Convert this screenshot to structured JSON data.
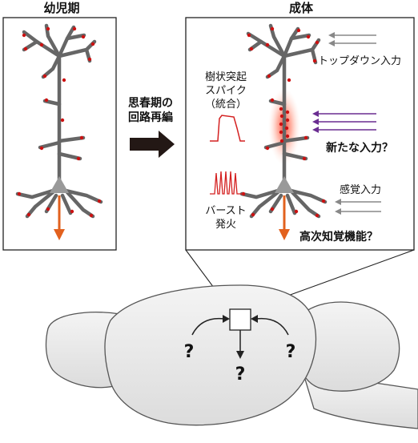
{
  "labels": {
    "juvenile_title": "幼児期",
    "adult_title": "成体",
    "transition_line1": "思春期の",
    "transition_line2": "回路再編",
    "dendritic_spike_line1": "樹状突起",
    "dendritic_spike_line2": "スパイク",
    "dendritic_spike_line3": "（統合）",
    "burst_line1": "バースト",
    "burst_line2": "発火",
    "top_down_input": "トップダウン入力",
    "new_input": "新たな入力？",
    "sensory_input": "感覚入力",
    "higher_function": "高次知覚機能？",
    "question_left": "?",
    "question_right": "?",
    "question_bottom": "?"
  },
  "colors": {
    "dendrite": "#666666",
    "soma": "#999999",
    "synapse": "#cc1111",
    "axon_arrow": "#e2611e",
    "spike_trace": "#d42020",
    "top_down_arrow": "#888888",
    "new_input_arrow": "#6a2d91",
    "sensory_arrow": "#888888",
    "transition_arrow": "#231815",
    "glow": "#ff3b30",
    "brain_fill": "#ececec",
    "brain_stroke": "#555555"
  }
}
